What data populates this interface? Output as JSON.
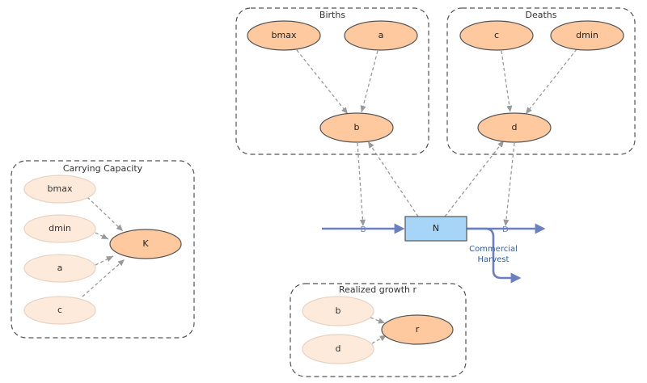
{
  "groups": {
    "births": "Births",
    "deaths": "Deaths",
    "carrying_capacity": "Carrying Capacity",
    "realized_growth": "Realized growth r"
  },
  "nodes": {
    "births_bmax": "bmax",
    "births_a": "a",
    "births_b": "b",
    "deaths_c": "c",
    "deaths_dmin": "dmin",
    "deaths_d": "d",
    "k_bmax": "bmax",
    "k_dmin": "dmin",
    "k_a": "a",
    "k_c": "c",
    "k_K": "K",
    "r_b": "b",
    "r_d": "d",
    "r_r": "r"
  },
  "stock": {
    "label": "N"
  },
  "flows": {
    "birth_tag": "B",
    "death_tag": "D",
    "harvest_line1": "Commercial",
    "harvest_line2": "Harvest"
  },
  "colors": {
    "node_fill": "#ffc9a0",
    "node_faint_fill": "#fdeadb",
    "stock_fill": "#a6d5f7",
    "flow": "#6b80c0",
    "harvest_text": "#2d5fa8"
  }
}
